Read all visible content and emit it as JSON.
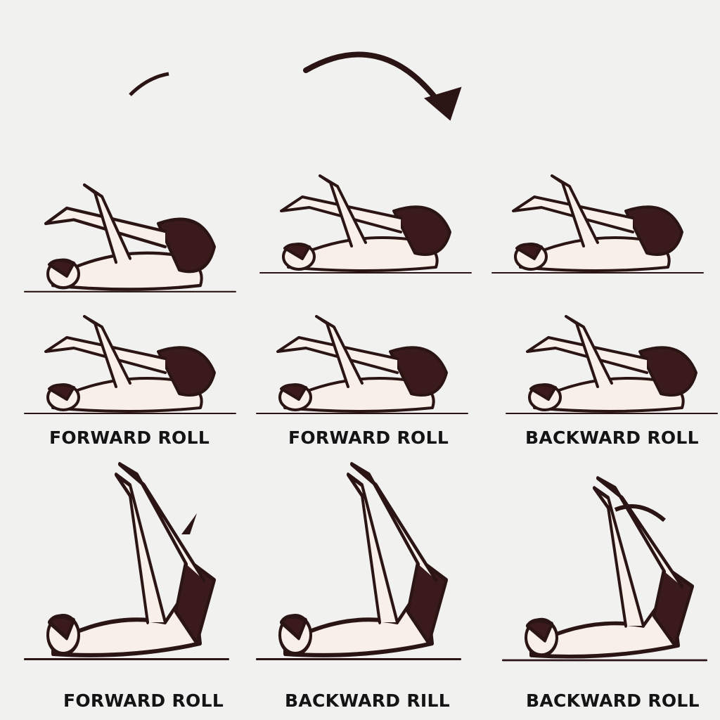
{
  "captions": {
    "row1_left": "FORWARD ROLL",
    "row1_center": "FORWARD ROLL",
    "row1_right": "BACKWARD ROLL",
    "row2_left": "FORWARD ROLL",
    "row2_center": "BACKWARD RILL",
    "row2_right": "BACKWARD ROLL"
  },
  "colors": {
    "ink": "#2a1414",
    "shorts": "#3a1a1a",
    "skin": "#f7efe8",
    "background": "#f1f1ef"
  }
}
